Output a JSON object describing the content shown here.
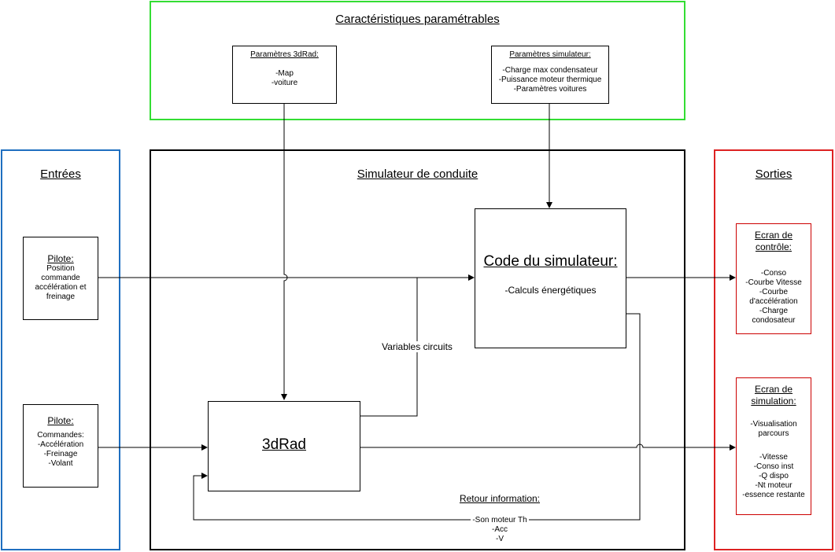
{
  "top": {
    "title": "Caractéristiques paramétrables",
    "params_3drad": {
      "title": "Paramètres 3dRad:",
      "lines": [
        "-Map",
        "-voiture"
      ]
    },
    "params_sim": {
      "title": "Paramètres simulateur:",
      "lines": [
        "-Charge max condensateur",
        "-Puissance moteur thermique",
        "-Paramètres voitures"
      ]
    }
  },
  "inputs": {
    "title": "Entrées",
    "pilot1": {
      "title": "Pilote:",
      "lines": [
        "Position",
        "commande",
        "accélération et",
        "freinage"
      ]
    },
    "pilot2": {
      "title": "Pilote:",
      "lines": [
        "Commandes:",
        "-Accélération",
        "-Freinage",
        "-Volant"
      ]
    }
  },
  "simulator": {
    "title": "Simulateur de conduite",
    "code_box": {
      "title": "Code du simulateur:",
      "line": "-Calculs énergétiques"
    },
    "rad_box": {
      "title": "3dRad"
    },
    "variables_label": "Variables circuits",
    "feedback": {
      "title": "Retour information:",
      "lines": [
        "-Son moteur Th",
        "-Acc",
        "-V"
      ]
    }
  },
  "outputs": {
    "title": "Sorties",
    "control_screen": {
      "title_lines": [
        "Ecran de",
        "contrôle:"
      ],
      "lines": [
        "-Conso",
        "-Courbe Vitesse",
        "-Courbe",
        "d'accélération",
        "-Charge",
        "condosateur"
      ]
    },
    "sim_screen": {
      "title_lines": [
        "Ecran de",
        "simulation:"
      ],
      "lines_a": [
        "-Visualisation",
        "parcours"
      ],
      "lines_b": [
        "-Vitesse",
        "-Conso inst",
        "-Q dispo",
        "-Nt moteur",
        "-essence restante"
      ]
    }
  },
  "colors": {
    "top_frame": "#33dd33",
    "inputs_frame": "#1f6fc0",
    "outputs_frame": "#dd2222",
    "sim_frame": "#000000"
  }
}
